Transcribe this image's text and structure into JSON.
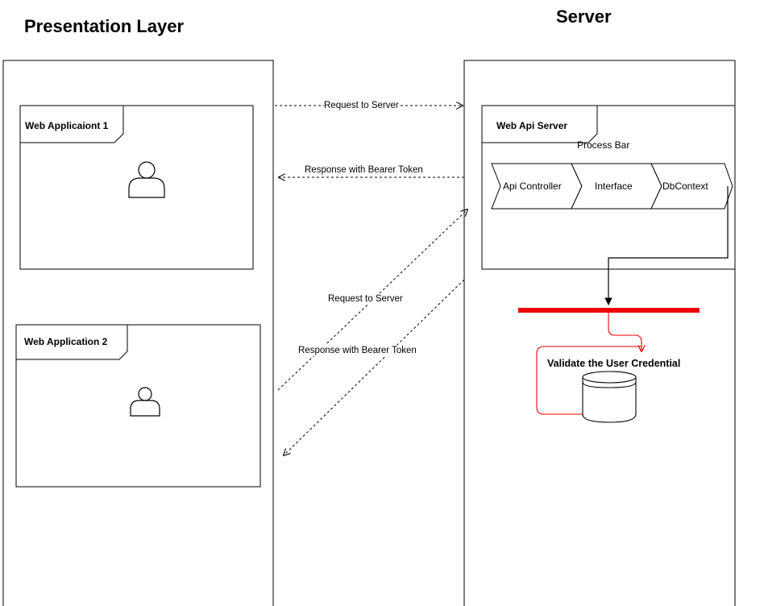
{
  "headings": {
    "presentation": "Presentation Layer",
    "server": "Server"
  },
  "frames": {
    "web_app_1": "Web Applicaiont 1",
    "web_app_2": "Web Application 2",
    "web_api_server": "Web Api Server"
  },
  "process_bar": {
    "label": "Process Bar",
    "steps": [
      "Api Controller",
      "Interface",
      "DbContext"
    ]
  },
  "edges": {
    "request_top": "Request to Server",
    "response_top": "Response with Bearer Token",
    "request_diag": "Request to Server",
    "response_diag": "Response with Bearer Token"
  },
  "validate": {
    "label": "Validate the User Credential"
  },
  "colors": {
    "line": "#000000",
    "accent_red": "#ee0000"
  },
  "icons": {
    "user": "user-icon",
    "database": "database-icon"
  }
}
